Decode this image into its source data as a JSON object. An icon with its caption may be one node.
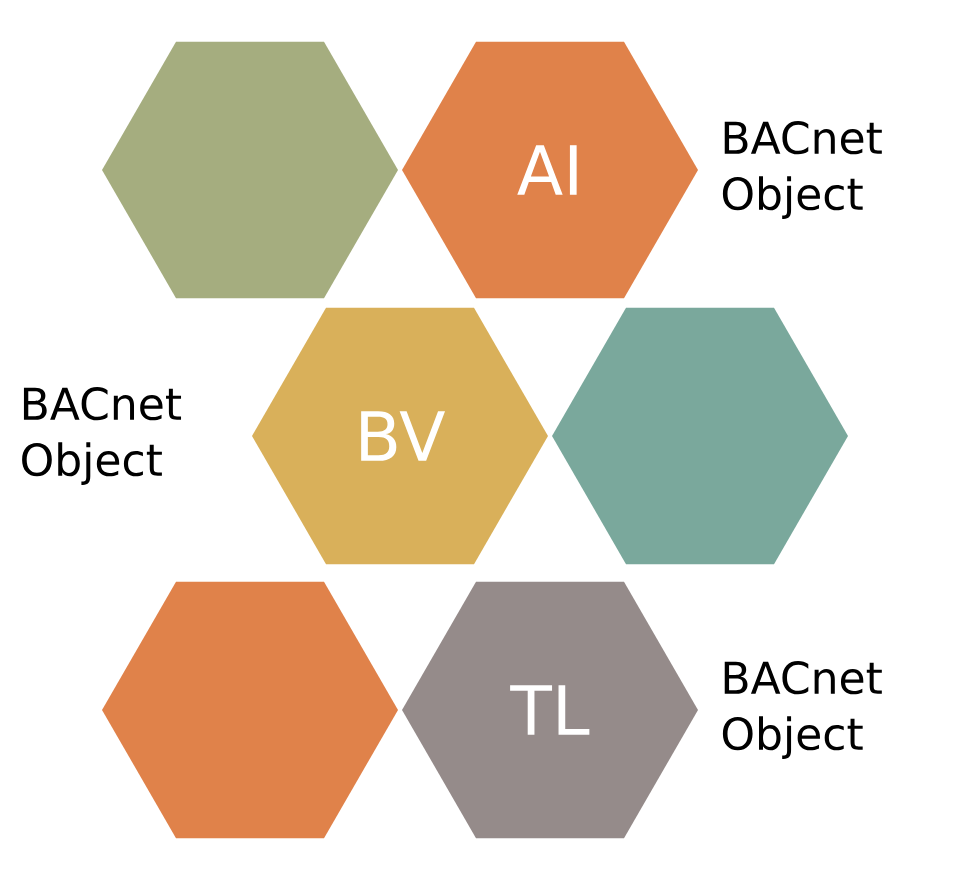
{
  "diagram": {
    "nodes": [
      {
        "text": [],
        "shape": "hexagon"
      },
      {
        "text": [
          "AI"
        ],
        "beside": [
          "BACnet Object"
        ]
      },
      {
        "text": [
          "BV"
        ],
        "beside": [
          "BACnet Object"
        ]
      },
      {
        "text": [],
        "shape": "hexagon"
      },
      {
        "text": [],
        "shape": "hexagon"
      },
      {
        "text": [
          "TL"
        ],
        "beside": [
          "BACnet Object"
        ]
      }
    ]
  }
}
